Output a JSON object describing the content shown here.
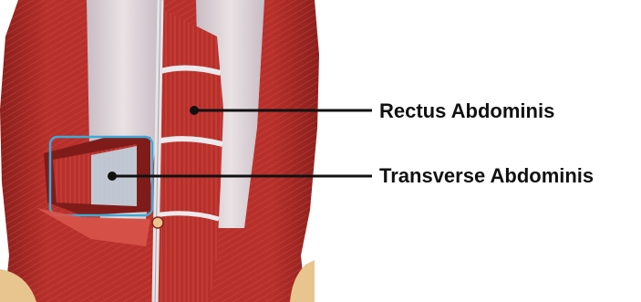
{
  "labels": {
    "rectus": "Rectus Abdominis",
    "transverse": "Transverse Abdominis"
  },
  "colors": {
    "background": "#ffffff",
    "muscle": "#b8302b",
    "muscle_dark": "#8a1f1c",
    "muscle_light": "#d8544a",
    "fascia": "#e6e4e6",
    "fascia_shadow": "#c9c4cc",
    "highlight_box": "#3fa9d6",
    "highlight_fill": "#bfe0ee",
    "skin_bone": "#e8c58f",
    "leader_line": "#111111",
    "label_text": "#111111"
  },
  "icons": {
    "rectus_pointer": "dot-marker",
    "transverse_pointer": "dot-marker"
  }
}
